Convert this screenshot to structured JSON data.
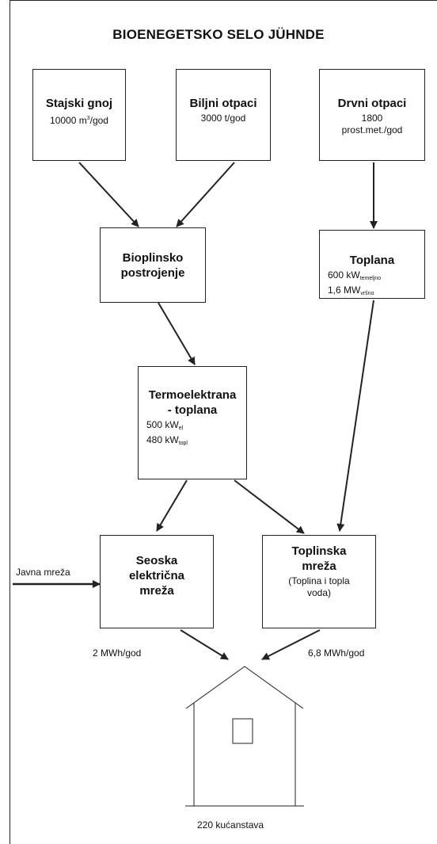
{
  "title": "BIOENEGETSKO SELO JÜHNDE",
  "boxes": {
    "stajski_gnoj": {
      "title": "Stajski gnoj",
      "amount": "10000 m",
      "sup": "3",
      "unit": "/god"
    },
    "biljni_otpaci": {
      "title": "Biljni otpaci",
      "amount": "3000 t/god"
    },
    "drvni_otpaci": {
      "title": "Drvni otpaci",
      "line1": "1800",
      "line2": "prost.met./god"
    },
    "bioplinsko": {
      "line1": "Bioplinsko",
      "line2": "postrojenje"
    },
    "toplana": {
      "title": "Toplana",
      "l1_main": "600 kW",
      "l1_sub": "temeljno",
      "l2_main": "1,6 MW",
      "l2_sub": "vršno"
    },
    "termoelektrana": {
      "line1": "Termoelektrana",
      "line2": "- toplana",
      "l1_main": "500 kW",
      "l1_sub": "el",
      "l2_main": "480 kW",
      "l2_sub": "topl"
    },
    "seoska": {
      "line1": "Seoska",
      "line2": "električna",
      "line3": "mreža"
    },
    "toplinska": {
      "line1": "Toplinska",
      "line2": "mreža",
      "line3": "(Toplina i topla",
      "line4": "voda)"
    }
  },
  "labels": {
    "javna_mreza": "Javna mreža",
    "electric_flow": "2 MWh/god",
    "heat_flow": "6,8 MWh/god",
    "households": "220 kućanstava"
  },
  "colors": {
    "line": "#222222",
    "background": "#ffffff"
  }
}
